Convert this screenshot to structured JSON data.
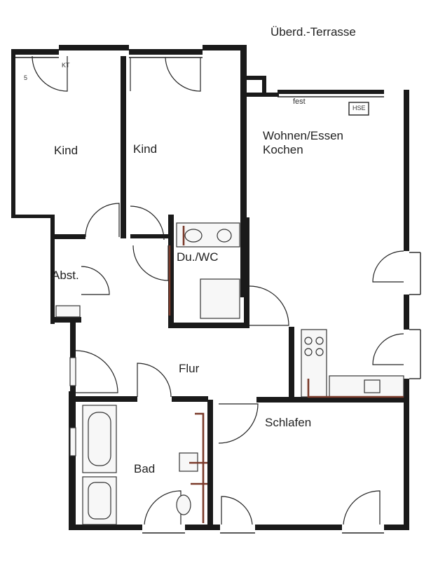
{
  "plan": {
    "terrace_label": "Überd.-Terrasse",
    "fixed_window_label": "fest",
    "hse_label": "HSE",
    "rooms": [
      {
        "id": "kind1",
        "label": "Kind"
      },
      {
        "id": "kind2",
        "label": "Kind"
      },
      {
        "id": "wohnen",
        "label": "Wohnen/Essen\nKochen"
      },
      {
        "id": "duwc",
        "label": "Du./WC"
      },
      {
        "id": "abst",
        "label": "Abst."
      },
      {
        "id": "flur",
        "label": "Flur"
      },
      {
        "id": "schlafen",
        "label": "Schlafen"
      },
      {
        "id": "bad",
        "label": "Bad"
      }
    ],
    "marks": {
      "kind1_num": "5",
      "kind1_code": "KT"
    }
  },
  "colors": {
    "wall": "#1a1a1a",
    "pipe": "#7a3a2a",
    "background": "#ffffff"
  }
}
